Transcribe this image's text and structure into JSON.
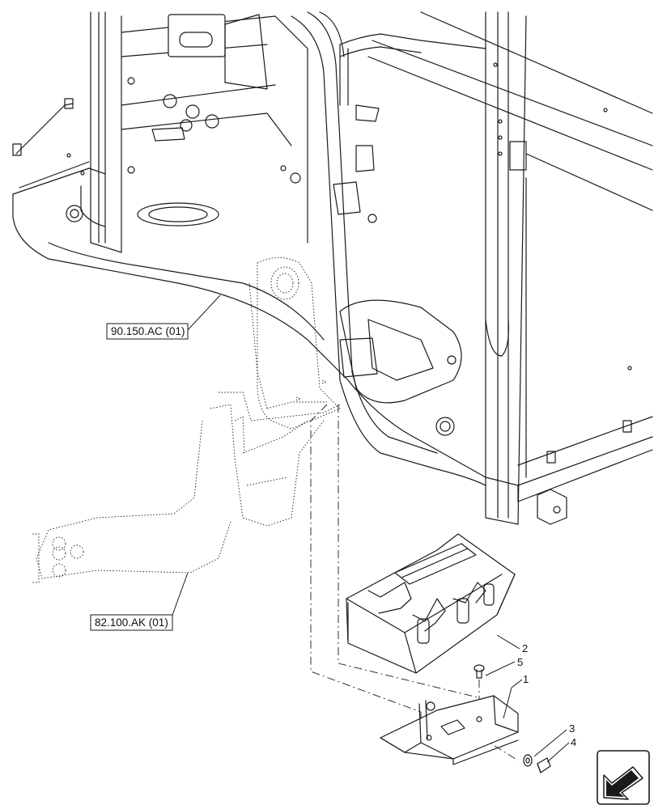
{
  "references": {
    "frame_ref": "90.150.AC (01)",
    "hitch_ref": "82.100.AK (01)"
  },
  "callouts": {
    "c1": "1",
    "c2": "2",
    "c3": "3",
    "c4": "4",
    "c5": "5"
  },
  "icons": {
    "direction_icon": "arrow-down-left-icon"
  }
}
